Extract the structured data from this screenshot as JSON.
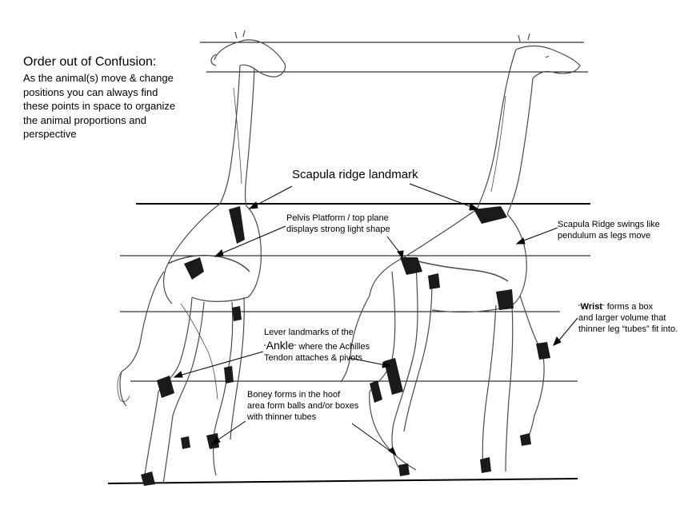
{
  "title": "Order out of Confusion:",
  "intro": "As the animal(s) move & change positions you can always  find these points in space to organize the animal proportions and perspective",
  "scapula_title": "Scapula ridge landmark",
  "pelvis_note": "Pelvis Platform / top plane displays strong light shape",
  "scapula_swing_note": "Scapula Ridge swings like pendulum  as legs move",
  "wrist": {
    "word": "Wrist",
    "open_quote": "“",
    "close_quote": "”",
    "rest_line1": " forms a box",
    "rest_line2": "and larger volume that thinner leg “tubes” fit into."
  },
  "lever": {
    "line1": "Lever landmarks of the",
    "open_quote": "“",
    "word": "Ankle",
    "close_quote": "”",
    "rest": " where the Achilles Tendon attaches & pivots"
  },
  "boney_note": "Boney forms in the hoof area form balls and/or boxes with thinner tubes",
  "colors": {
    "line": "#000000",
    "sketch": "#4a4a4a",
    "shade": "#1a1a1a",
    "background": "#ffffff"
  }
}
